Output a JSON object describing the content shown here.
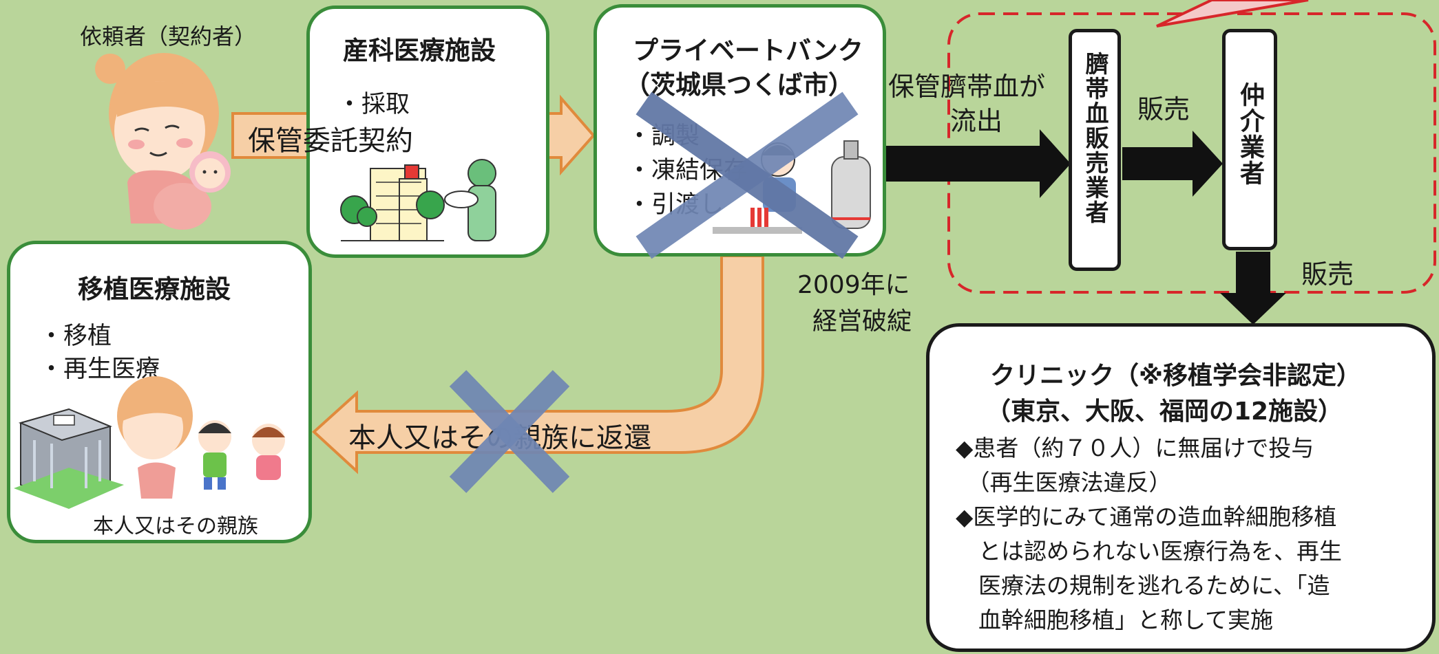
{
  "client": {
    "label": "依頼者（契約者）"
  },
  "obstetric": {
    "title": "産科医療施設",
    "item": "・採取"
  },
  "contract_arrow": {
    "label": "保管委託契約"
  },
  "private_bank": {
    "title_line1": "プライベートバンク",
    "title_line2": "（茨城県つくば市）",
    "items": [
      "・調製",
      "・凍結保存",
      "・引渡し"
    ],
    "status_line1": "2009年に",
    "status_line2": "経営破綻"
  },
  "outflow": {
    "line1": "保管臍帯血が",
    "line2": "流出"
  },
  "seller": {
    "label": "臍帯血販売業者"
  },
  "sale_label_1": "販売",
  "broker": {
    "label": "仲介業者"
  },
  "sale_label_2": "販売",
  "clinic": {
    "title_line1": "クリニック（※移植学会非認定）",
    "title_line2": "（東京、大阪、福岡の12施設）",
    "lines": [
      "◆患者（約７０人）に無届けで投与",
      "　（再生医療法違反）",
      "◆医学的にみて通常の造血幹細胞移植",
      "　とは認められない医療行為を、再生",
      "　医療法の規制を逃れるために、「造",
      "　血幹細胞移植」と称して実施"
    ]
  },
  "return_arrow": {
    "label": "本人又はその親族に返還"
  },
  "transplant": {
    "title": "移植医療施設",
    "items": [
      "・移植",
      "・再生医療"
    ],
    "caption": "本人又はその親族"
  },
  "colors": {
    "background": "#b9d59a",
    "box_border": "#3a8d3a",
    "orange_arrow": "#f6cfa6",
    "orange_border": "#e08a3c",
    "cross": "#6f86b4",
    "dashed_border": "#d7262a"
  }
}
